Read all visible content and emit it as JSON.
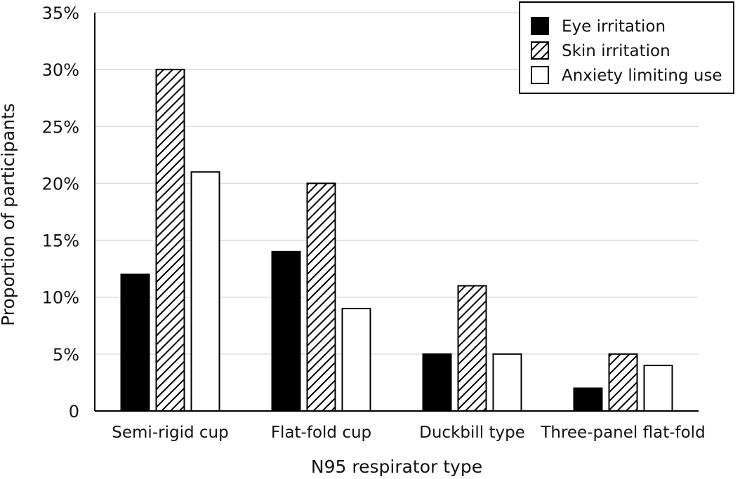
{
  "chart_data": {
    "type": "bar",
    "categories": [
      "Semi-rigid cup",
      "Flat-fold cup",
      "Duckbill type",
      "Three-panel flat-fold"
    ],
    "series": [
      {
        "name": "Eye irritation",
        "values": [
          12,
          14,
          5,
          2
        ],
        "pattern": "solid",
        "color": "#000000"
      },
      {
        "name": "Skin irritation",
        "values": [
          30,
          20,
          11,
          5
        ],
        "pattern": "hatch",
        "color": "#000000"
      },
      {
        "name": "Anxiety limiting use",
        "values": [
          21,
          9,
          5,
          4
        ],
        "pattern": "empty",
        "color": "#ffffff"
      }
    ],
    "title": "",
    "xlabel": "N95 respirator type",
    "ylabel": "Proportion of participants",
    "ylim": [
      0,
      35
    ],
    "yticks": [
      0,
      5,
      10,
      15,
      20,
      25,
      30,
      35
    ],
    "ytick_labels": [
      "0",
      "5%",
      "10%",
      "15%",
      "20%",
      "25%",
      "30%",
      "35%"
    ],
    "grid": true,
    "legend_position": "top-right"
  }
}
